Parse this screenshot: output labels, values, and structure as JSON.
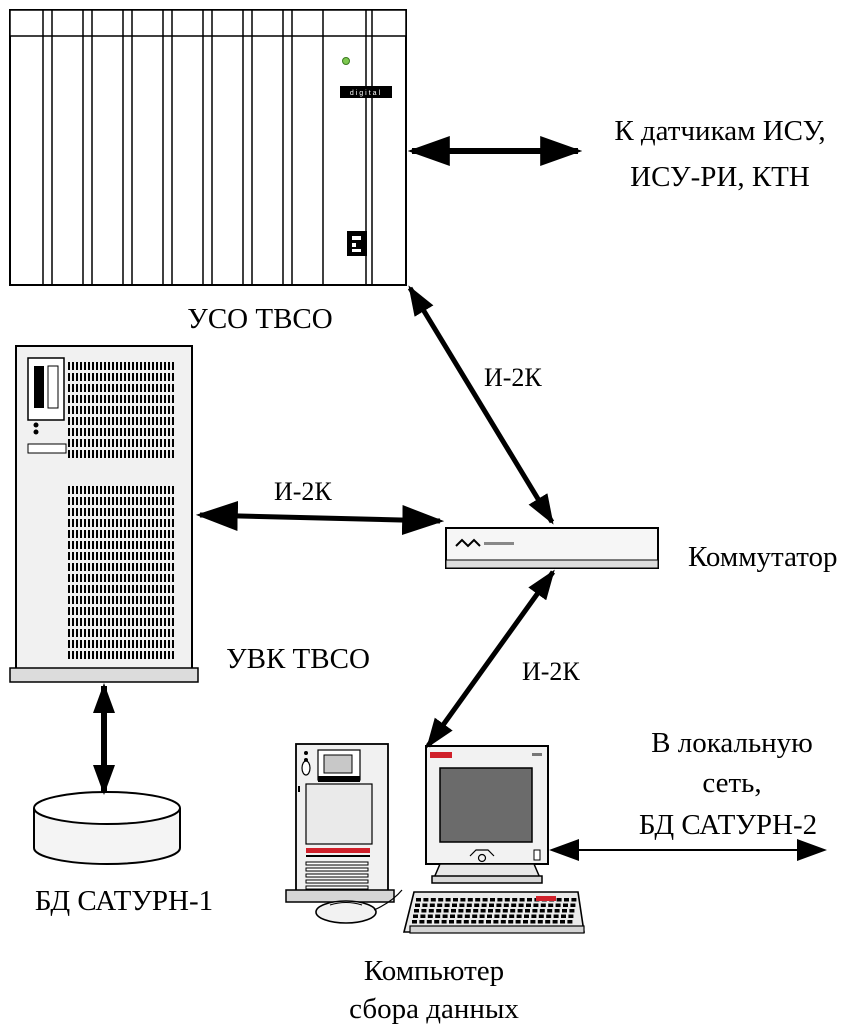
{
  "labels": {
    "uso": "УСО ТВСО",
    "sensors_line1": "К датчикам ИСУ,",
    "sensors_line2": "ИСУ-РИ, КТН",
    "link_uso_switch": "И-2К",
    "link_uvk_switch": "И-2К",
    "link_switch_pc": "И-2К",
    "switch": "Коммутатор",
    "uvk": "УВК ТВСО",
    "db1": "БД САТУРН-1",
    "lan_line1": "В локальную",
    "lan_line2": "сеть,",
    "lan_line3": "БД САТУРН-2",
    "pc_line1": "Компьютер",
    "pc_line2": "сбора данных"
  },
  "device_text": {
    "rack_badge": "digital"
  },
  "colors": {
    "stroke": "#000000",
    "fill_light": "#eeeeee",
    "fill_mid": "#cfcfcf",
    "screen": "#6b6b6b",
    "led": "#7ec850",
    "brand_red": "#d0202a"
  }
}
